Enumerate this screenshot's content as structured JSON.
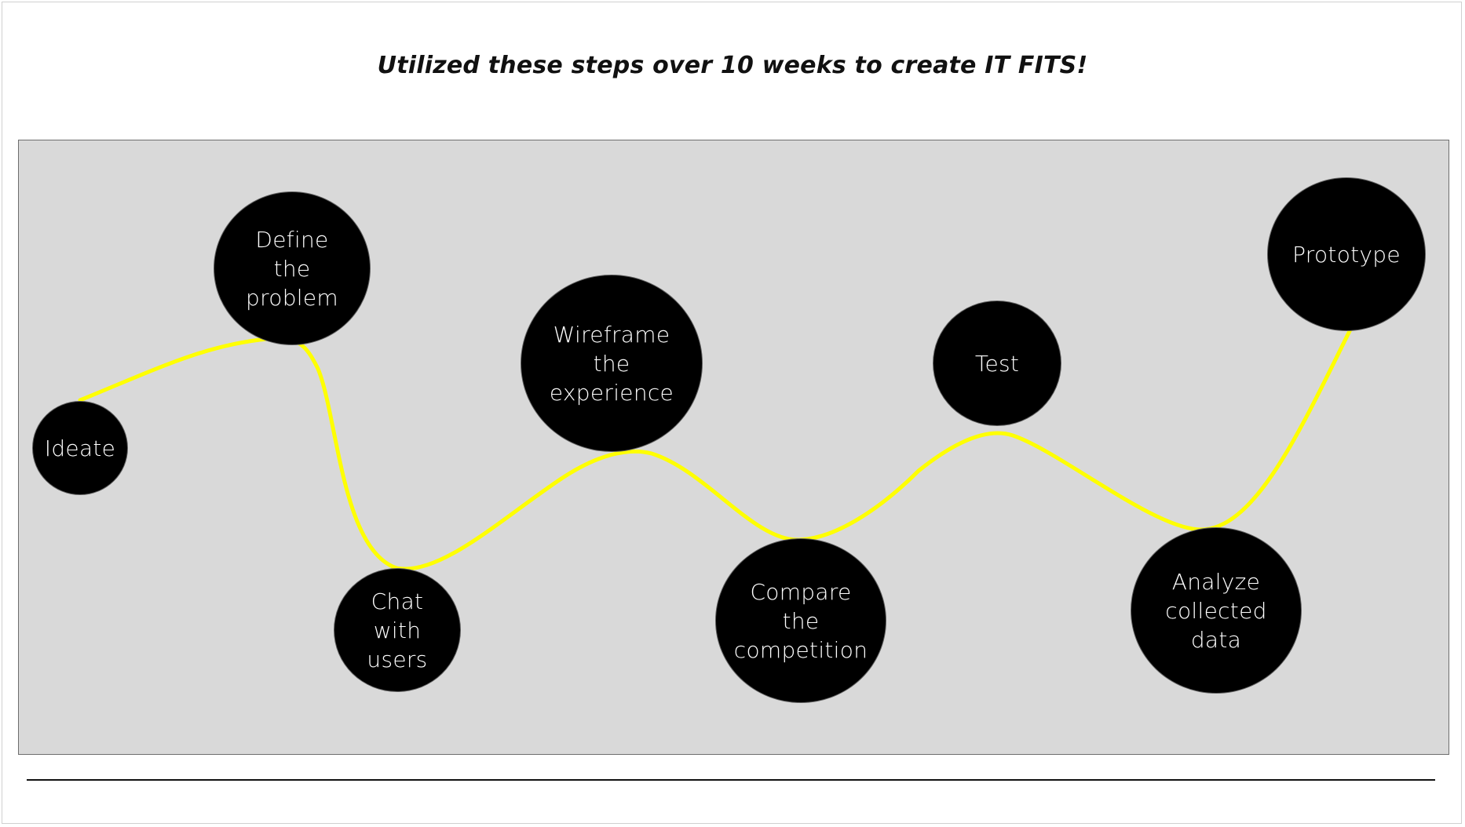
{
  "title": "Utilized these steps over 10 weeks to create IT FITS!",
  "colors": {
    "panel": "#d9d9d9",
    "node_fill": "#000000",
    "node_text": "#ffffff",
    "connector": "#ffff00"
  },
  "steps": [
    {
      "label": "Ideate"
    },
    {
      "label": "Define\nthe\nproblem"
    },
    {
      "label": "Chat\nwith\nusers"
    },
    {
      "label": "Wireframe\nthe\nexperience"
    },
    {
      "label": "Compare\nthe\ncompetition"
    },
    {
      "label": "Test"
    },
    {
      "label": "Analyze\ncollected\ndata"
    },
    {
      "label": "Prototype"
    }
  ]
}
